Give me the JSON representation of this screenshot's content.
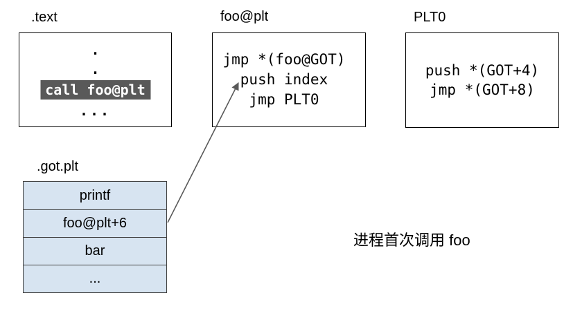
{
  "colors": {
    "highlight_bg": "#595959",
    "highlight_text": "#ffffff",
    "table_fill": "#d7e4f1",
    "table_border": "#404040",
    "box_border": "#000000",
    "arrow": "#595959"
  },
  "text_box": {
    "label": ".text",
    "dot1": ".",
    "dot2": ".",
    "highlight": "call foo@plt",
    "ellipsis": "..."
  },
  "foo_plt_box": {
    "label": "foo@plt",
    "line1": "jmp *(foo@GOT)",
    "line2": "push index",
    "line3": "jmp PLT0"
  },
  "plt0_box": {
    "label": "PLT0",
    "line1": "push *(GOT+4)",
    "line2": "jmp *(GOT+8)"
  },
  "got_table": {
    "label": ".got.plt",
    "rows": [
      "printf",
      "foo@plt+6",
      "bar",
      "..."
    ]
  },
  "caption": "进程首次调用 foo"
}
